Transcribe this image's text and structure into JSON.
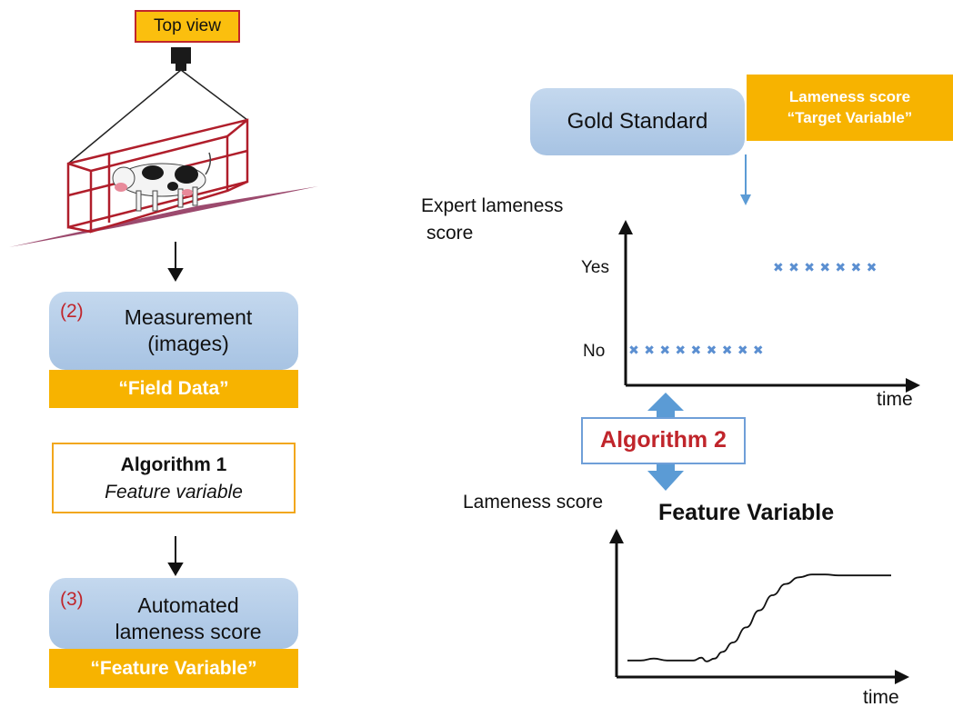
{
  "top_view": "Top view",
  "step2": {
    "num": "(2)",
    "line1": "Measurement",
    "line2": "(images)",
    "bar": "“Field Data”"
  },
  "algorithm1": {
    "title": "Algorithm 1",
    "subtitle": "Feature variable"
  },
  "step3": {
    "num": "(3)",
    "line1": "Automated",
    "line2": "lameness score",
    "bar": "“Feature Variable”"
  },
  "gold_standard": "Gold Standard",
  "target": {
    "line1": "Lameness score",
    "line2": "“Target Variable”"
  },
  "algorithm2": "Algorithm 2",
  "top_chart": {
    "ylabel_line1": "Expert lameness",
    "ylabel_line2": "score",
    "xlabel": "time",
    "tick_yes": "Yes",
    "tick_no": "No"
  },
  "bottom_chart": {
    "ylabel": "Lameness score",
    "title": "Feature Variable",
    "xlabel": "time"
  },
  "colors": {
    "gold": "#f7b300",
    "red": "#c0252b",
    "blue_marker": "#5b8fd1",
    "arrow_blue": "#5b9bd5"
  },
  "chart_data": [
    {
      "type": "scatter",
      "title": "",
      "xlabel": "time",
      "ylabel": "Expert lameness score",
      "y_categories": [
        "No",
        "Yes"
      ],
      "series": [
        {
          "x": [
            1,
            2,
            3,
            4,
            5,
            6,
            7,
            8,
            9,
            10,
            11,
            12,
            13,
            14,
            15,
            16
          ],
          "y": [
            "No",
            "No",
            "No",
            "No",
            "No",
            "No",
            "No",
            "No",
            "No",
            "Yes",
            "Yes",
            "Yes",
            "Yes",
            "Yes",
            "Yes",
            "Yes"
          ]
        }
      ],
      "grid": false
    },
    {
      "type": "line",
      "title": "Feature Variable",
      "xlabel": "time",
      "ylabel": "Lameness score",
      "series": [
        {
          "x": [
            0,
            5,
            10,
            15,
            20,
            25,
            28,
            30,
            33,
            36,
            40,
            45,
            50,
            55,
            60,
            65,
            70,
            75,
            80,
            85,
            90,
            95,
            100
          ],
          "y": [
            5,
            5,
            7,
            5,
            5,
            5,
            8,
            4,
            7,
            14,
            24,
            40,
            58,
            74,
            86,
            93,
            96,
            96,
            95,
            95,
            95,
            95,
            95
          ]
        }
      ],
      "ylim": [
        0,
        100
      ],
      "grid": false
    }
  ]
}
